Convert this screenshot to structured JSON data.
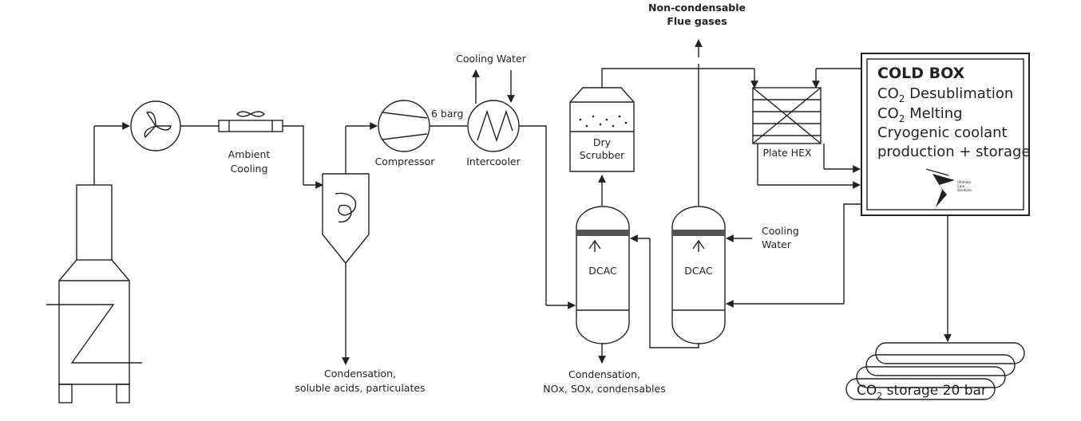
{
  "labels": {
    "non_condensable_1": "Non-condensable",
    "non_condensable_2": "Flue gases",
    "cooling_water_top": "Cooling Water",
    "pressure": "6 barg",
    "ambient_cooling_1": "Ambient",
    "ambient_cooling_2": "Cooling",
    "compressor": "Compressor",
    "intercooler": "Intercooler",
    "dry_scrubber_1": "Dry",
    "dry_scrubber_2": "Scrubber",
    "plate_hex": "Plate HEX",
    "dcac_1": "DCAC",
    "dcac_2": "DCAC",
    "cooling_water_right_1": "Cooling",
    "cooling_water_right_2": "Water",
    "condensation_left_1": "Condensation,",
    "condensation_left_2": "soluble acids, particulates",
    "condensation_mid_1": "Condensation,",
    "condensation_mid_2": "NOx, SOx, condensables"
  },
  "cold_box": {
    "title": "COLD BOX",
    "line1_prefix": "CO",
    "line1_sub": "2",
    "line1_suffix": " Desublimation",
    "line2_prefix": "CO",
    "line2_sub": "2",
    "line2_suffix": " Melting",
    "line3": "Cryogenic coolant",
    "line4": "production + storage",
    "logo_text_1": "Ultimate",
    "logo_text_2": "Care",
    "logo_text_3": "Solutions"
  },
  "storage": {
    "prefix": "CO",
    "sub": "2",
    "suffix": " storage 20 bar"
  }
}
